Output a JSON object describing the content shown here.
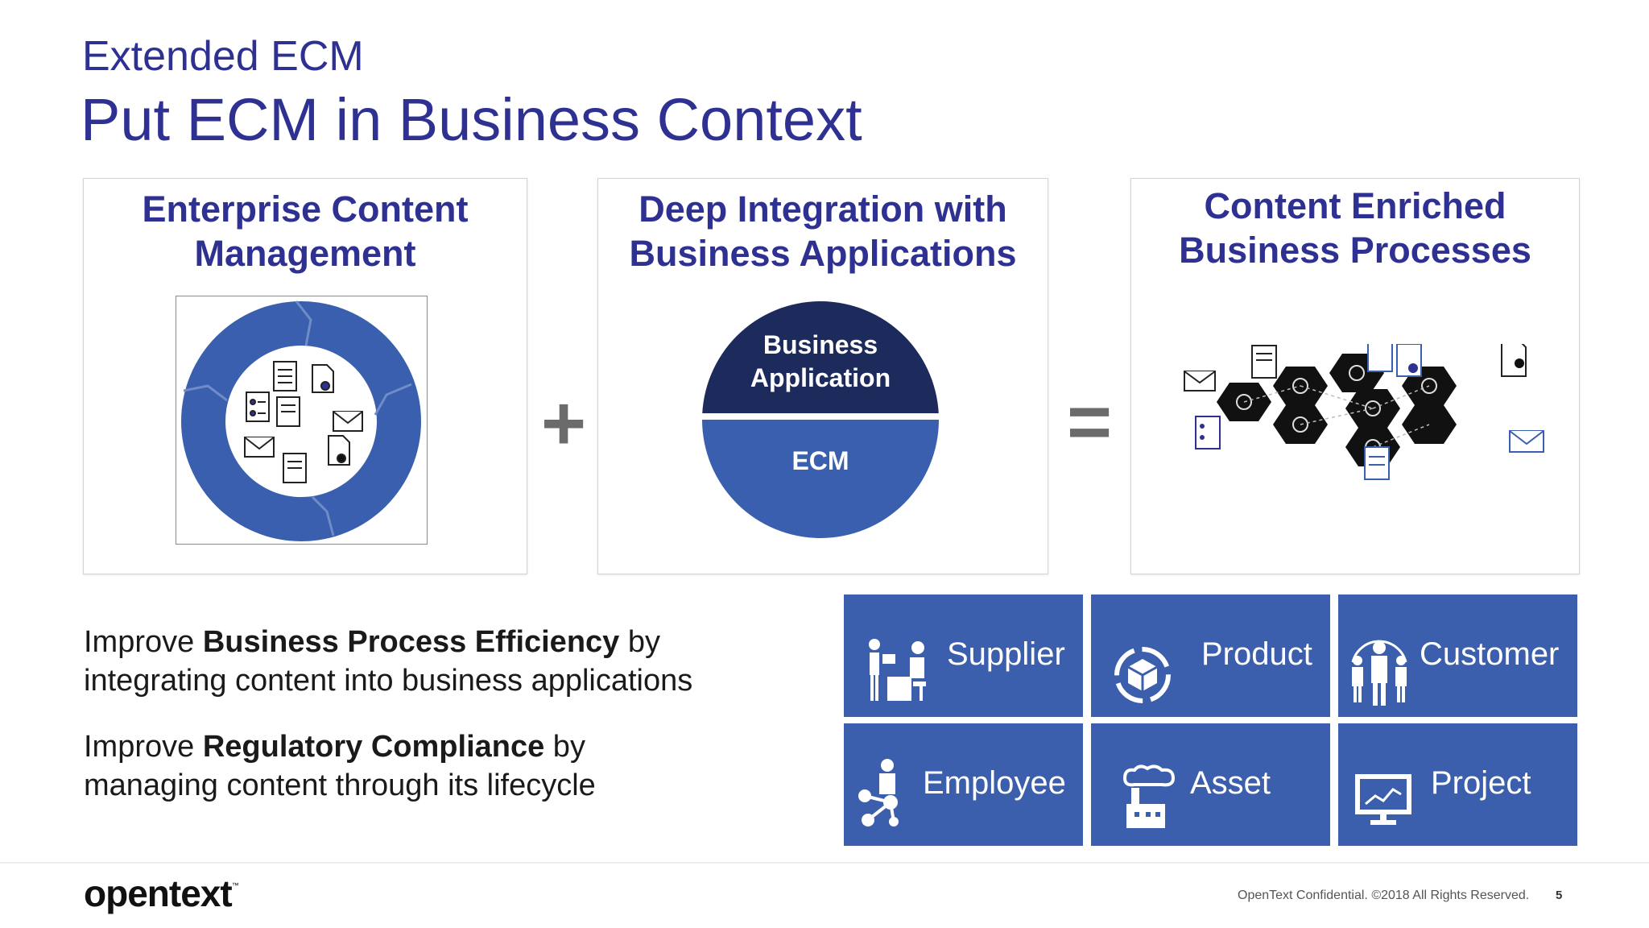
{
  "header": {
    "kicker": "Extended ECM",
    "title": "Put ECM in Business Context"
  },
  "panels": [
    {
      "heading_line1": "Enterprise Content",
      "heading_line2": "Management"
    },
    {
      "heading_line1": "Deep Integration with",
      "heading_line2": "Business Applications",
      "top_label_line1": "Business",
      "top_label_line2": "Application",
      "bottom_label": "ECM"
    },
    {
      "heading_line1": "Content Enriched",
      "heading_line2": "Business Processes"
    }
  ],
  "operators": {
    "plus": "+",
    "equals": "="
  },
  "benefits": [
    {
      "prefix": "Improve ",
      "bold": "Business Process Efficiency",
      "suffix": " by",
      "line2": "integrating content into business applications"
    },
    {
      "prefix": "Improve ",
      "bold": "Regulatory Compliance",
      "suffix": " by",
      "line2": "managing content through its lifecycle"
    }
  ],
  "tiles": [
    {
      "label": "Supplier",
      "icon": "supplier-icon"
    },
    {
      "label": "Product",
      "icon": "product-icon"
    },
    {
      "label": "Customer",
      "icon": "customer-icon"
    },
    {
      "label": "Employee",
      "icon": "employee-icon"
    },
    {
      "label": "Asset",
      "icon": "asset-icon"
    },
    {
      "label": "Project",
      "icon": "project-icon"
    }
  ],
  "footer": {
    "logo": "opentext",
    "trademark": "™",
    "copyright": "OpenText Confidential. ©2018 All Rights Reserved.",
    "page": "5"
  },
  "colors": {
    "title_blue": "#2e3192",
    "tile_blue": "#3b5fad",
    "ring_blue": "#3a5fae",
    "navy": "#1c2a5c"
  }
}
